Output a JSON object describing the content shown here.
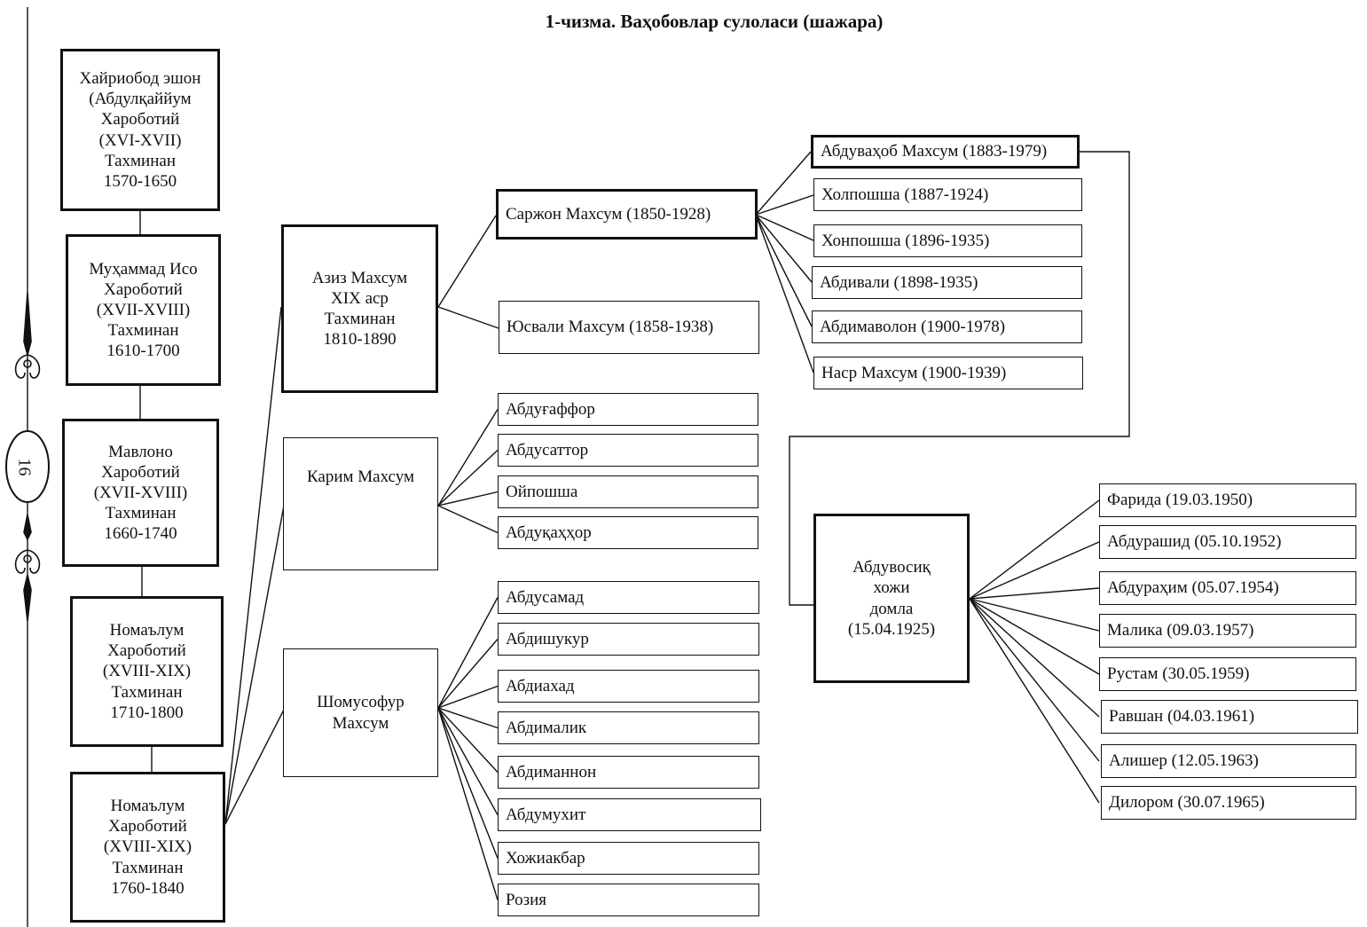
{
  "title": "1-чизма. Ваҳобовлар сулоласи (шажара)",
  "page_number": "16",
  "colors": {
    "ink": "#111111",
    "background": "#ffffff"
  },
  "ancestors": [
    "Хайриобод эшон\n(Абдулқаййум\nХароботий\n(XVI-XVII)\nТахминан\n1570-1650",
    "Муҳаммад Исо\nХароботий\n(XVII-XVIII)\nТахминан\n1610-1700",
    "Мавлоно\nХароботий\n(XVII-XVIII)\nТахминан\n1660-1740",
    "Номаълум\nХароботий\n(XVIII-XIX)\nТахминан\n1710-1800",
    "Номаълум\nХароботий\n(XVIII-XIX)\nТахминан\n1760-1840"
  ],
  "sons": {
    "aziz": "Азиз Махсум\nXIX аср\nТахминан\n1810-1890",
    "karim": "Карим Махсум",
    "shomusofur": "Шомусофур\nМахсум"
  },
  "aziz_children": [
    "Саржон Махсум (1850-1928)",
    "Юсвали Махсум (1858-1938)"
  ],
  "karim_children": [
    "Абдуғаффор",
    "Абдусаттор",
    "Ойпошша",
    "Абдуқаҳҳор"
  ],
  "shomusofur_children": [
    "Абдусамад",
    "Абдишукур",
    "Абдиахад",
    "Абдималик",
    "Абдиманнон",
    "Абдумухит",
    "Хожиакбар",
    "Розия"
  ],
  "sarjon_children": [
    "Абдуваҳоб Махсум (1883-1979)",
    "Холпошша (1887-1924)",
    "Хонпошша (1896-1935)",
    "Абдивали (1898-1935)",
    "Абдимаволон (1900-1978)",
    "Наср Махсум (1900-1939)"
  ],
  "abduvosiq": "Абдувосиқ\nхожи\nдомла\n(15.04.1925)",
  "abduvosiq_children": [
    "Фарида (19.03.1950)",
    "Абдурашид (05.10.1952)",
    "Абдураҳим (05.07.1954)",
    "Малика (09.03.1957)",
    "Рустам (30.05.1959)",
    "Равшан (04.03.1961)",
    "Алишер (12.05.1963)",
    "Дилором (30.07.1965)"
  ]
}
